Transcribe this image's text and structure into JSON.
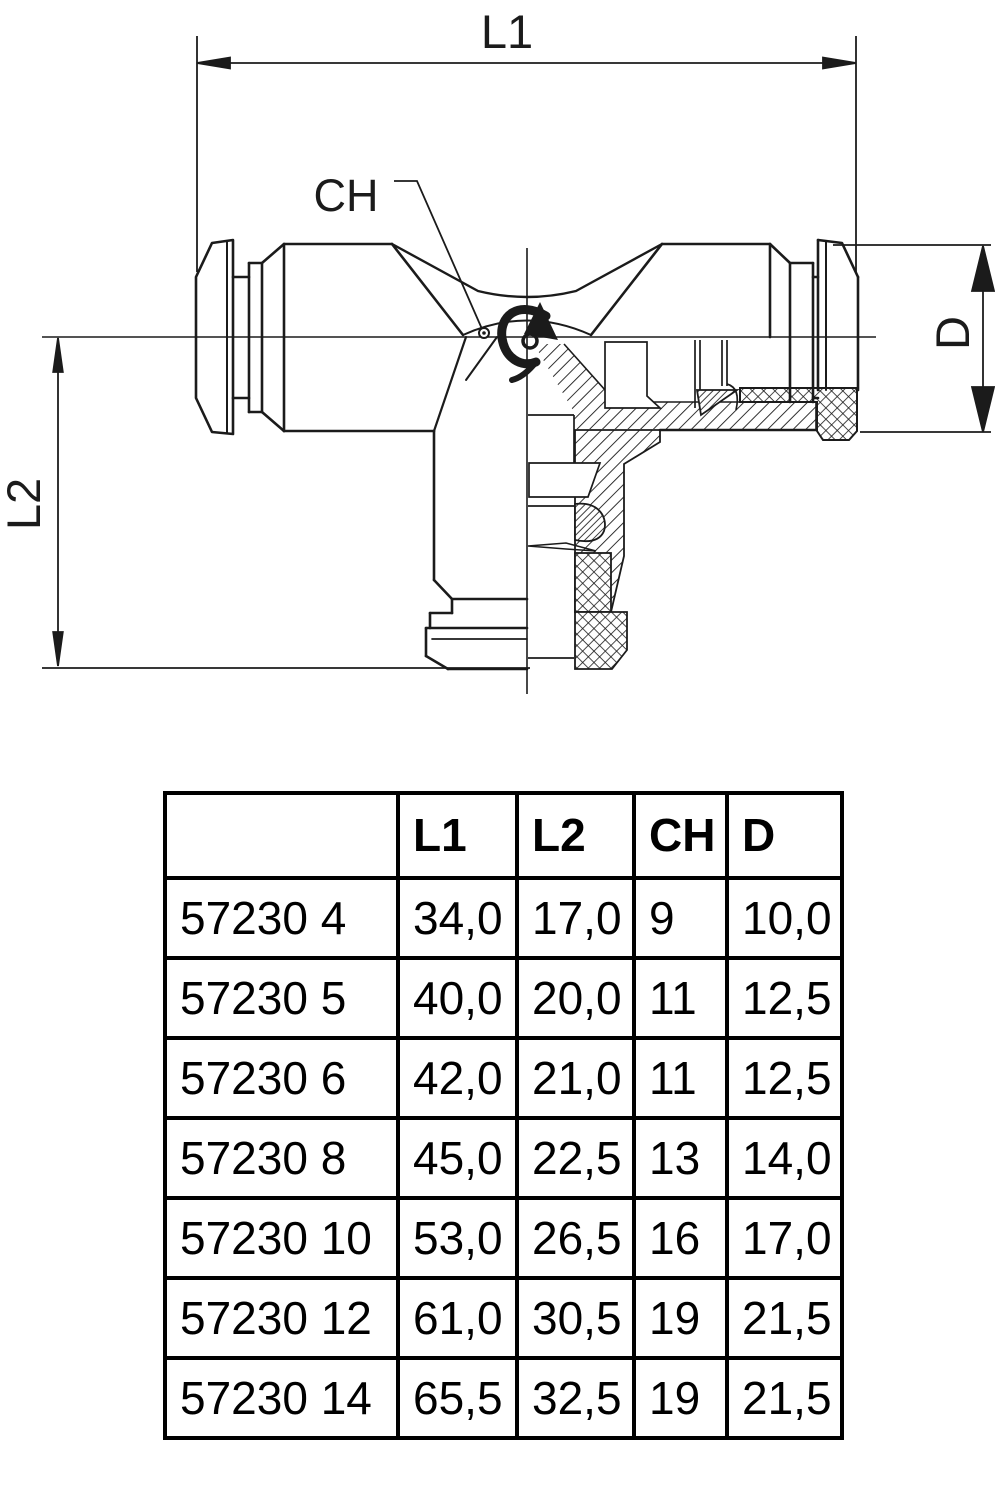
{
  "drawing": {
    "dim_labels": {
      "l1": "L1",
      "l2": "L2",
      "ch": "CH",
      "d": "D"
    }
  },
  "table": {
    "headers": [
      "",
      "L1",
      "L2",
      "CH",
      "D"
    ],
    "rows": [
      [
        "57230 4",
        "34,0",
        "17,0",
        "9",
        "10,0"
      ],
      [
        "57230 5",
        "40,0",
        "20,0",
        "11",
        "12,5"
      ],
      [
        "57230 6",
        "42,0",
        "21,0",
        "11",
        "12,5"
      ],
      [
        "57230 8",
        "45,0",
        "22,5",
        "13",
        "14,0"
      ],
      [
        "57230 10",
        "53,0",
        "26,5",
        "16",
        "17,0"
      ],
      [
        "57230 12",
        "61,0",
        "30,5",
        "19",
        "21,5"
      ],
      [
        "57230 14",
        "65,5",
        "32,5",
        "19",
        "21,5"
      ]
    ]
  },
  "colors": {
    "line": "#1b1b1b",
    "table_border": "#000000",
    "background": "#ffffff"
  }
}
